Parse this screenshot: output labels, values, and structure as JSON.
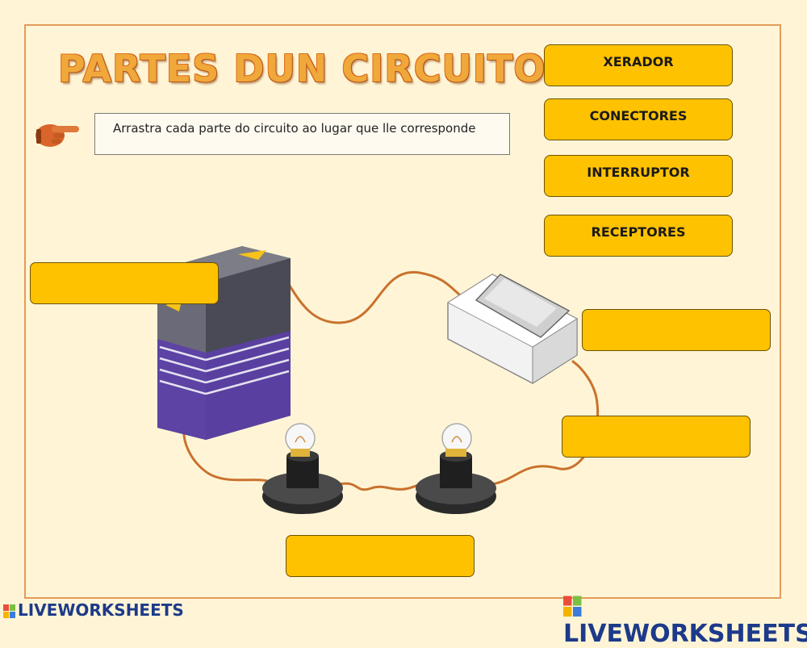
{
  "title": "PARTES DUN CIRCUITO",
  "instruction": "Arrastra cada parte do circuito ao lugar que lle corresponde",
  "options": [
    {
      "label": "XERADOR"
    },
    {
      "label": "CONECTORES"
    },
    {
      "label": "INTERRUPTOR"
    },
    {
      "label": "RECEPTORES"
    }
  ],
  "branding": {
    "left": "LIVEWORKSHEETS",
    "right": "LIVEWORKSHEETS"
  },
  "colors": {
    "background": "#fff5d6",
    "option_fill": "#ffc200",
    "title": "#f0a83a",
    "wire": "#c9722e",
    "brand": "#1d3a8a"
  },
  "icons": [
    "pointing-hand-icon",
    "liveworksheets-logo-icon"
  ]
}
